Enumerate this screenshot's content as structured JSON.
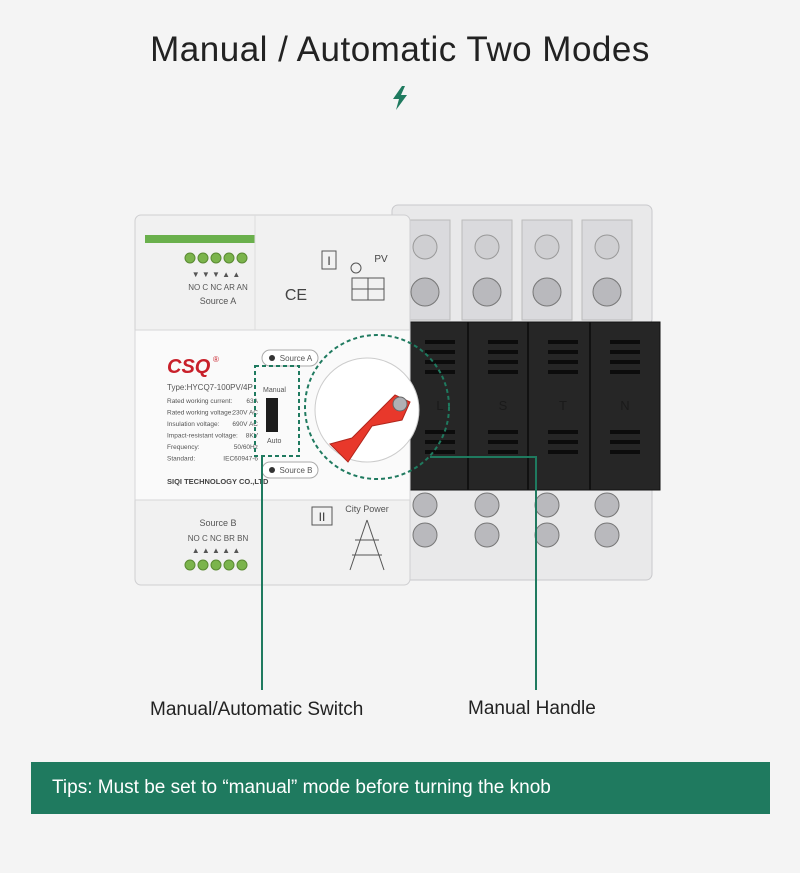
{
  "title": "Manual / Automatic Two Modes",
  "icons": {
    "bolt": "lightning-bolt-icon"
  },
  "colors": {
    "accent": "#1f7a5f",
    "handle": "#e8382b",
    "cover": "#222222"
  },
  "device": {
    "brand": "CSQ",
    "registered": "®",
    "model": "Type:HYCQ7-100PV/4P",
    "specs": [
      [
        "Rated working current:",
        "63A"
      ],
      [
        "Rated working voltage:",
        "230V AC"
      ],
      [
        "Insulation voltage:",
        "690V AC"
      ],
      [
        "Impact-resistant voltage:",
        "8KV"
      ],
      [
        "Frequency:",
        "50/60Hz"
      ],
      [
        "Standard:",
        "IEC60947-6"
      ]
    ],
    "maker": "SIQI TECHNOLOGY CO.,LTD",
    "switch_manual": "Manual",
    "switch_auto": "Auto",
    "source_a_btn": "Source A",
    "source_b_btn": "Source B",
    "source_a_label": "Source A",
    "source_b_label": "Source B",
    "terminals_a": "NO  C  NC  AR  AN",
    "terminals_b": "NO  C  NC  BR  BN",
    "ce": "CE",
    "roman_1": "I",
    "roman_2": "II",
    "pv": "PV",
    "city_power": "City Power",
    "phases": [
      "L",
      "S",
      "T",
      "N"
    ]
  },
  "callouts": {
    "switch": "Manual/Automatic Switch",
    "handle": "Manual Handle"
  },
  "tips": "Tips: Must be set to “manual” mode before turning the knob"
}
